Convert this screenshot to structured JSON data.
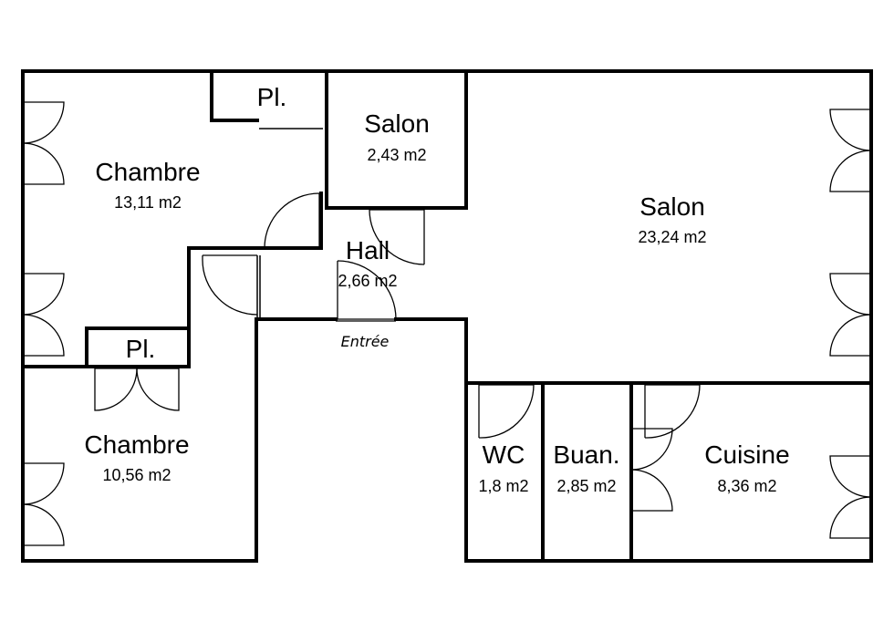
{
  "rooms": {
    "chambre_1": {
      "name": "Chambre",
      "area": "13,11 m2"
    },
    "placard_1": {
      "name": "Pl."
    },
    "salon_small": {
      "name": "Salon",
      "area": "2,43 m2"
    },
    "salon_main": {
      "name": "Salon",
      "area": "23,24 m2"
    },
    "hall": {
      "name": "Hall",
      "area": "2,66 m2"
    },
    "placard_2": {
      "name": "Pl."
    },
    "chambre_2": {
      "name": "Chambre",
      "area": "10,56 m2"
    },
    "wc": {
      "name": "WC",
      "area": "1,8 m2"
    },
    "buanderie": {
      "name": "Buan.",
      "area": "2,85 m2"
    },
    "cuisine": {
      "name": "Cuisine",
      "area": "8,36 m2"
    }
  },
  "entrance": {
    "label": "Entrée"
  },
  "colors": {
    "wall": "#000000",
    "background": "#ffffff"
  }
}
